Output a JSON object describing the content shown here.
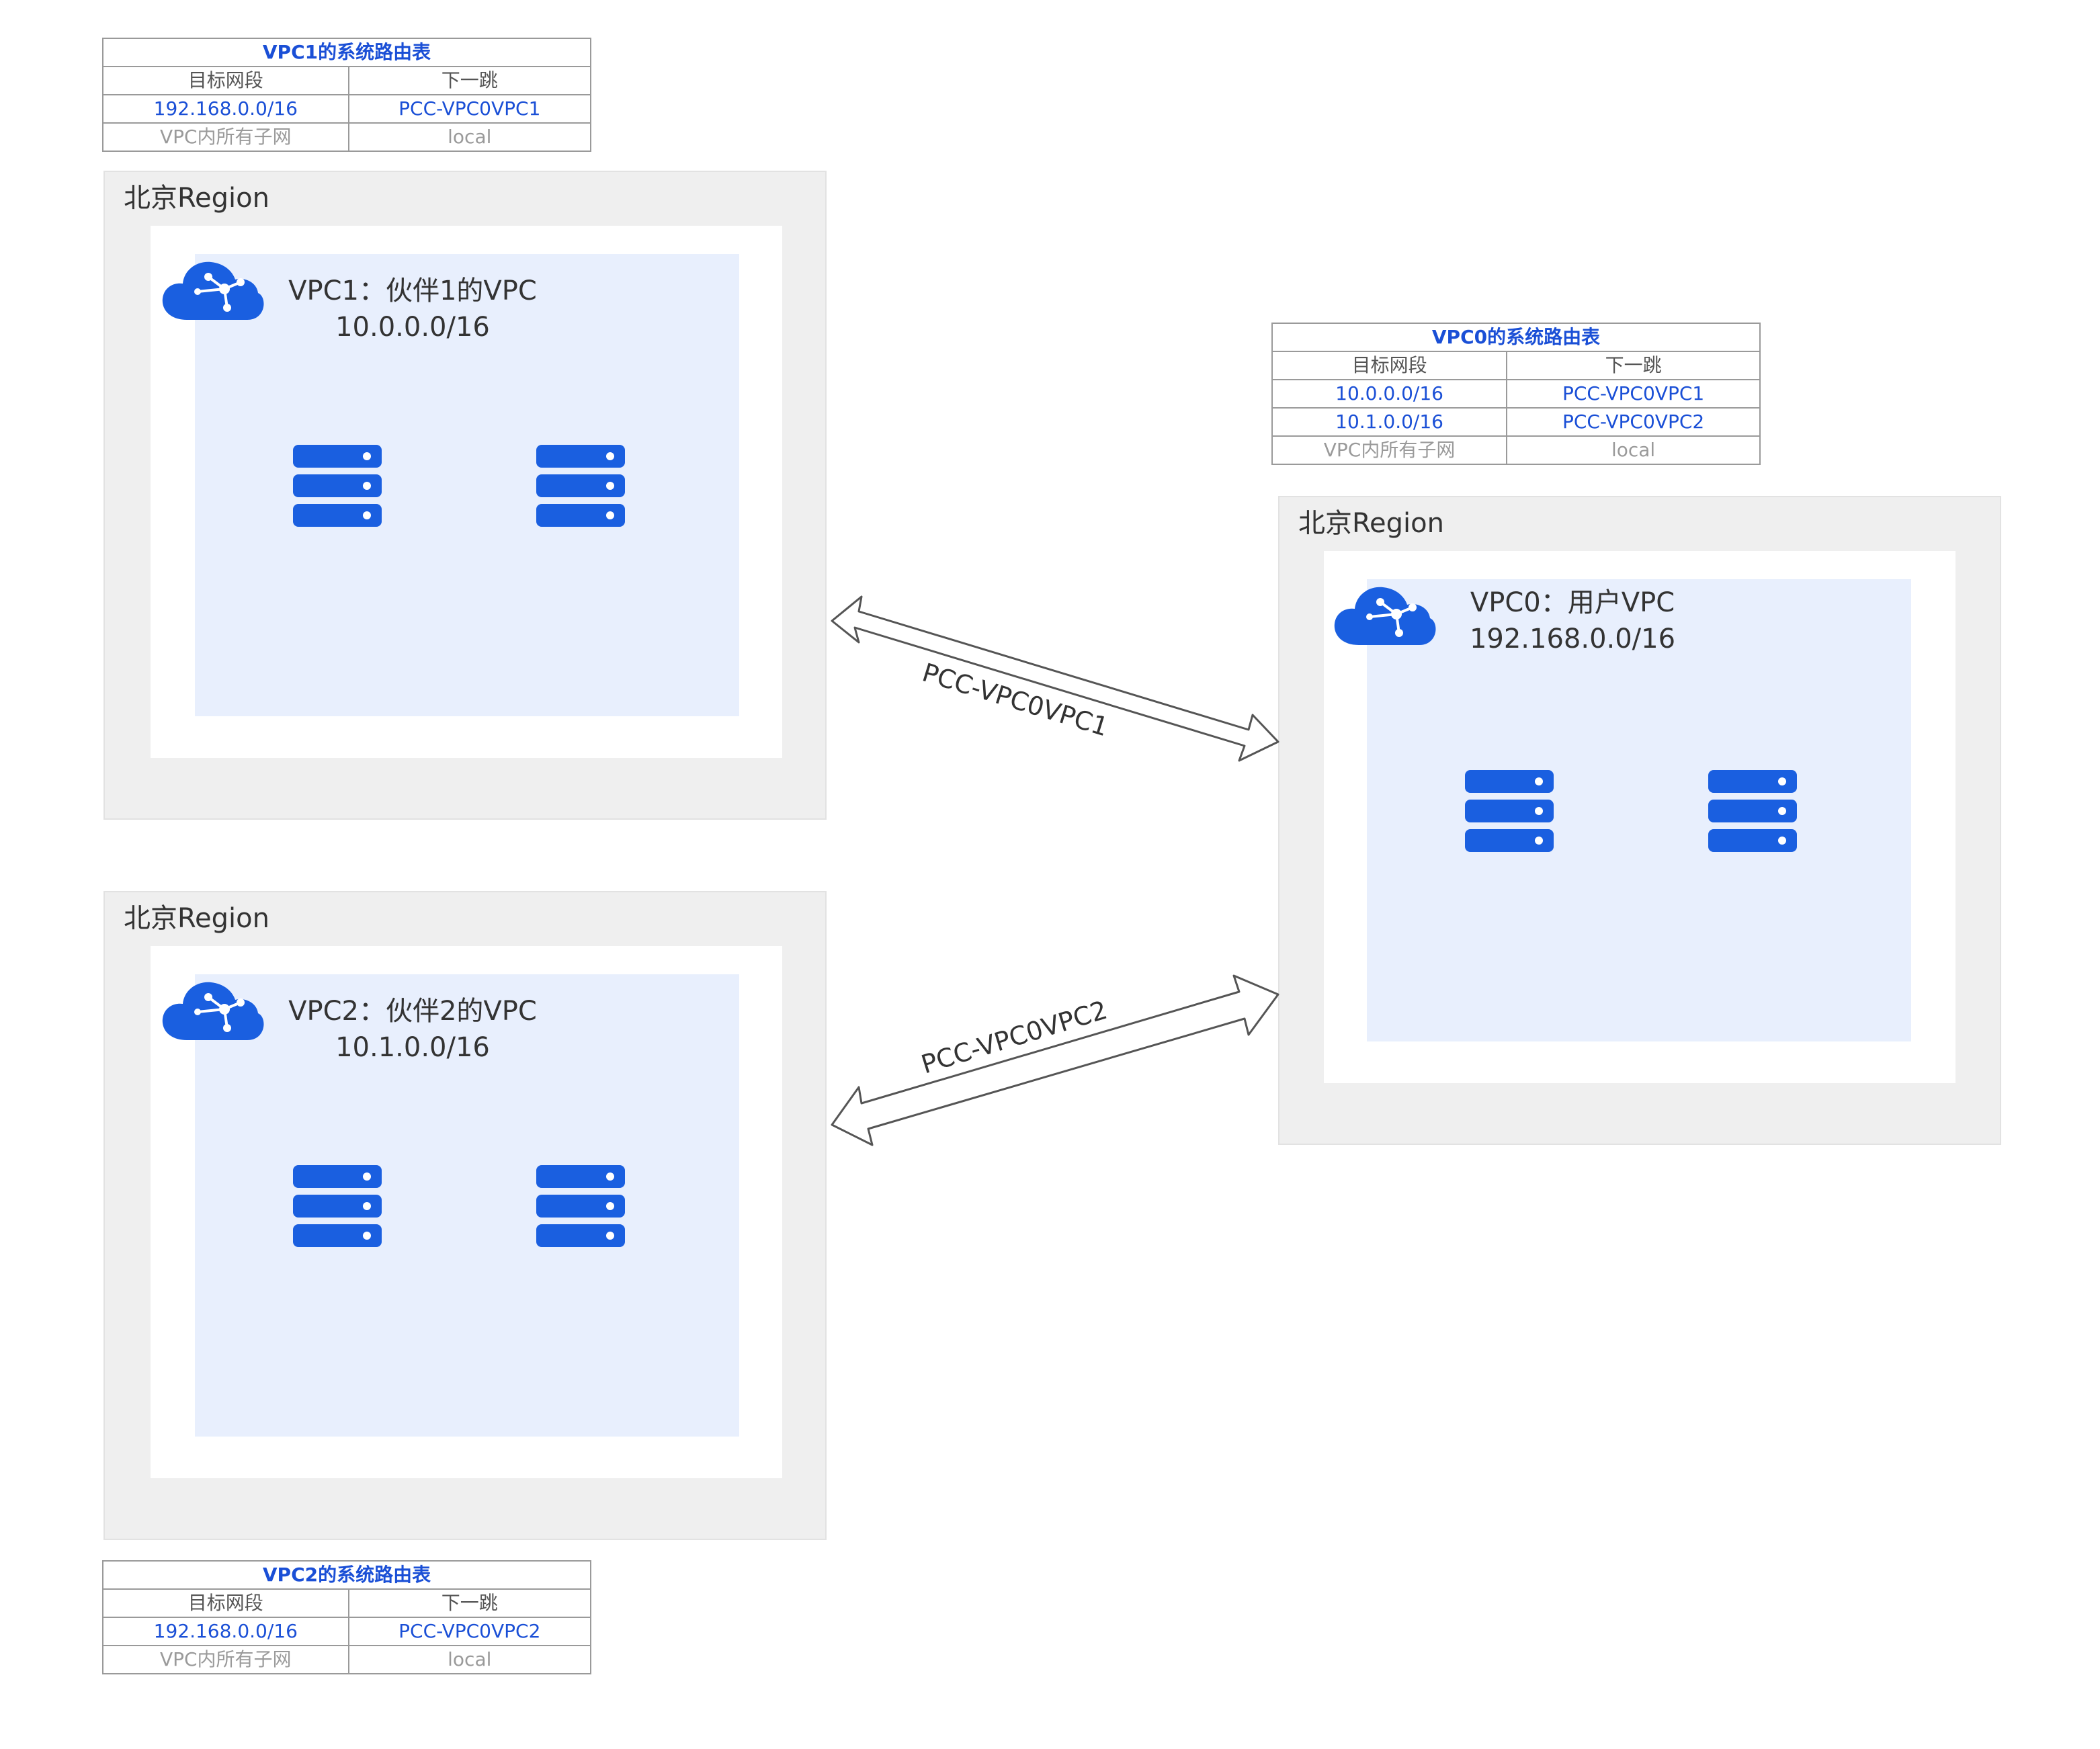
{
  "route_tables": {
    "vpc1": {
      "title": "VPC1的系统路由表",
      "col_dest": "目标网段",
      "col_next": "下一跳",
      "rows": [
        {
          "dest": "192.168.0.0/16",
          "next": "PCC-VPC0VPC1"
        },
        {
          "dest": "VPC内所有子网",
          "next": "local"
        }
      ]
    },
    "vpc0": {
      "title": "VPC0的系统路由表",
      "col_dest": "目标网段",
      "col_next": "下一跳",
      "rows": [
        {
          "dest": "10.0.0.0/16",
          "next": "PCC-VPC0VPC1"
        },
        {
          "dest": "10.1.0.0/16",
          "next": "PCC-VPC0VPC2"
        },
        {
          "dest": "VPC内所有子网",
          "next": "local"
        }
      ]
    },
    "vpc2": {
      "title": "VPC2的系统路由表",
      "col_dest": "目标网段",
      "col_next": "下一跳",
      "rows": [
        {
          "dest": "192.168.0.0/16",
          "next": "PCC-VPC0VPC2"
        },
        {
          "dest": "VPC内所有子网",
          "next": "local"
        }
      ]
    }
  },
  "regions": {
    "vpc1": {
      "label": "北京Region",
      "vpc_name": "VPC1：伙伴1的VPC",
      "cidr": "10.0.0.0/16"
    },
    "vpc2": {
      "label": "北京Region",
      "vpc_name": "VPC2：伙伴2的VPC",
      "cidr": "10.1.0.0/16"
    },
    "vpc0": {
      "label": "北京Region",
      "vpc_name": "VPC0：用户VPC",
      "cidr": "192.168.0.0/16"
    }
  },
  "links": {
    "pcc1": "PCC-VPC0VPC1",
    "pcc2": "PCC-VPC0VPC2"
  },
  "colors": {
    "accent_blue": "#1a5fe0",
    "table_title_blue": "#1a4fd6",
    "region_gray": "#efefef",
    "vpc_fill": "#e8effd"
  },
  "icons": {
    "cloud": "vpc-cloud-icon",
    "server": "server-stack-icon"
  }
}
